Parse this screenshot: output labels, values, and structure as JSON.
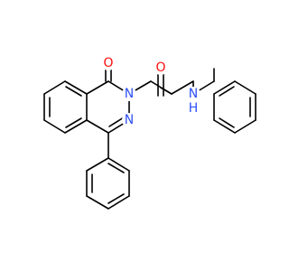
{
  "colors": {
    "background": "#ffffff",
    "bond": "#000000",
    "oxygen": "#ff0d0d",
    "nitrogen": "#3050f8"
  },
  "atoms": {
    "o_phthalazinone": "O",
    "n_ring": "N",
    "n_ring_double": "N",
    "o_amide": "O",
    "nh_amide": "N",
    "h_amide": "H"
  }
}
